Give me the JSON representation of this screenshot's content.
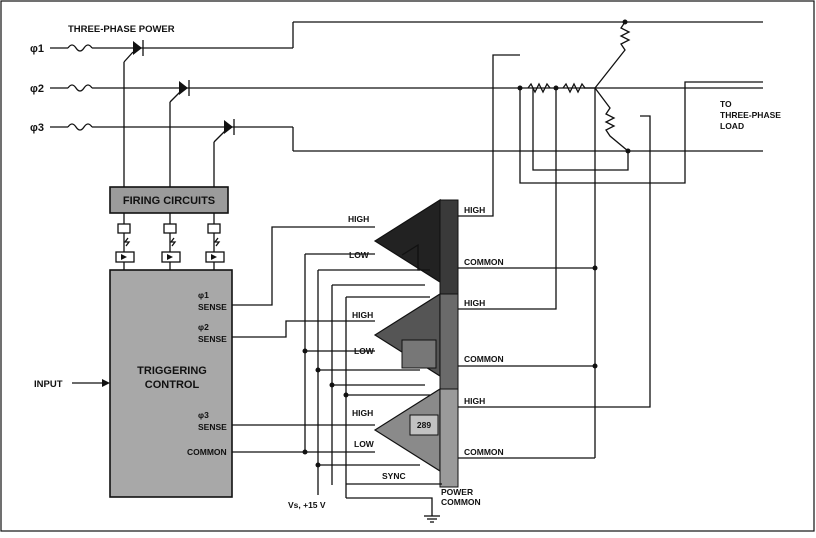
{
  "header": {
    "title": "THREE-PHASE POWER"
  },
  "phases": [
    "φ1",
    "φ2",
    "φ3"
  ],
  "blocks": {
    "firing": "FIRING CIRCUITS",
    "trigger_line1": "TRIGGERING",
    "trigger_line2": "CONTROL"
  },
  "inputs": {
    "input": "INPUT",
    "vs": "Vs, +15 V"
  },
  "sense": {
    "s1": "φ1",
    "s2": "φ2",
    "s3": "φ3",
    "word": "SENSE",
    "common": "COMMON"
  },
  "amps": {
    "high": "HIGH",
    "low": "LOW",
    "common": "COMMON",
    "sync": "SYNC",
    "chip": "289"
  },
  "power_common": {
    "line1": "POWER",
    "line2": "COMMON"
  },
  "load": {
    "line1": "TO",
    "line2": "THREE-PHASE",
    "line3": "LOAD"
  }
}
